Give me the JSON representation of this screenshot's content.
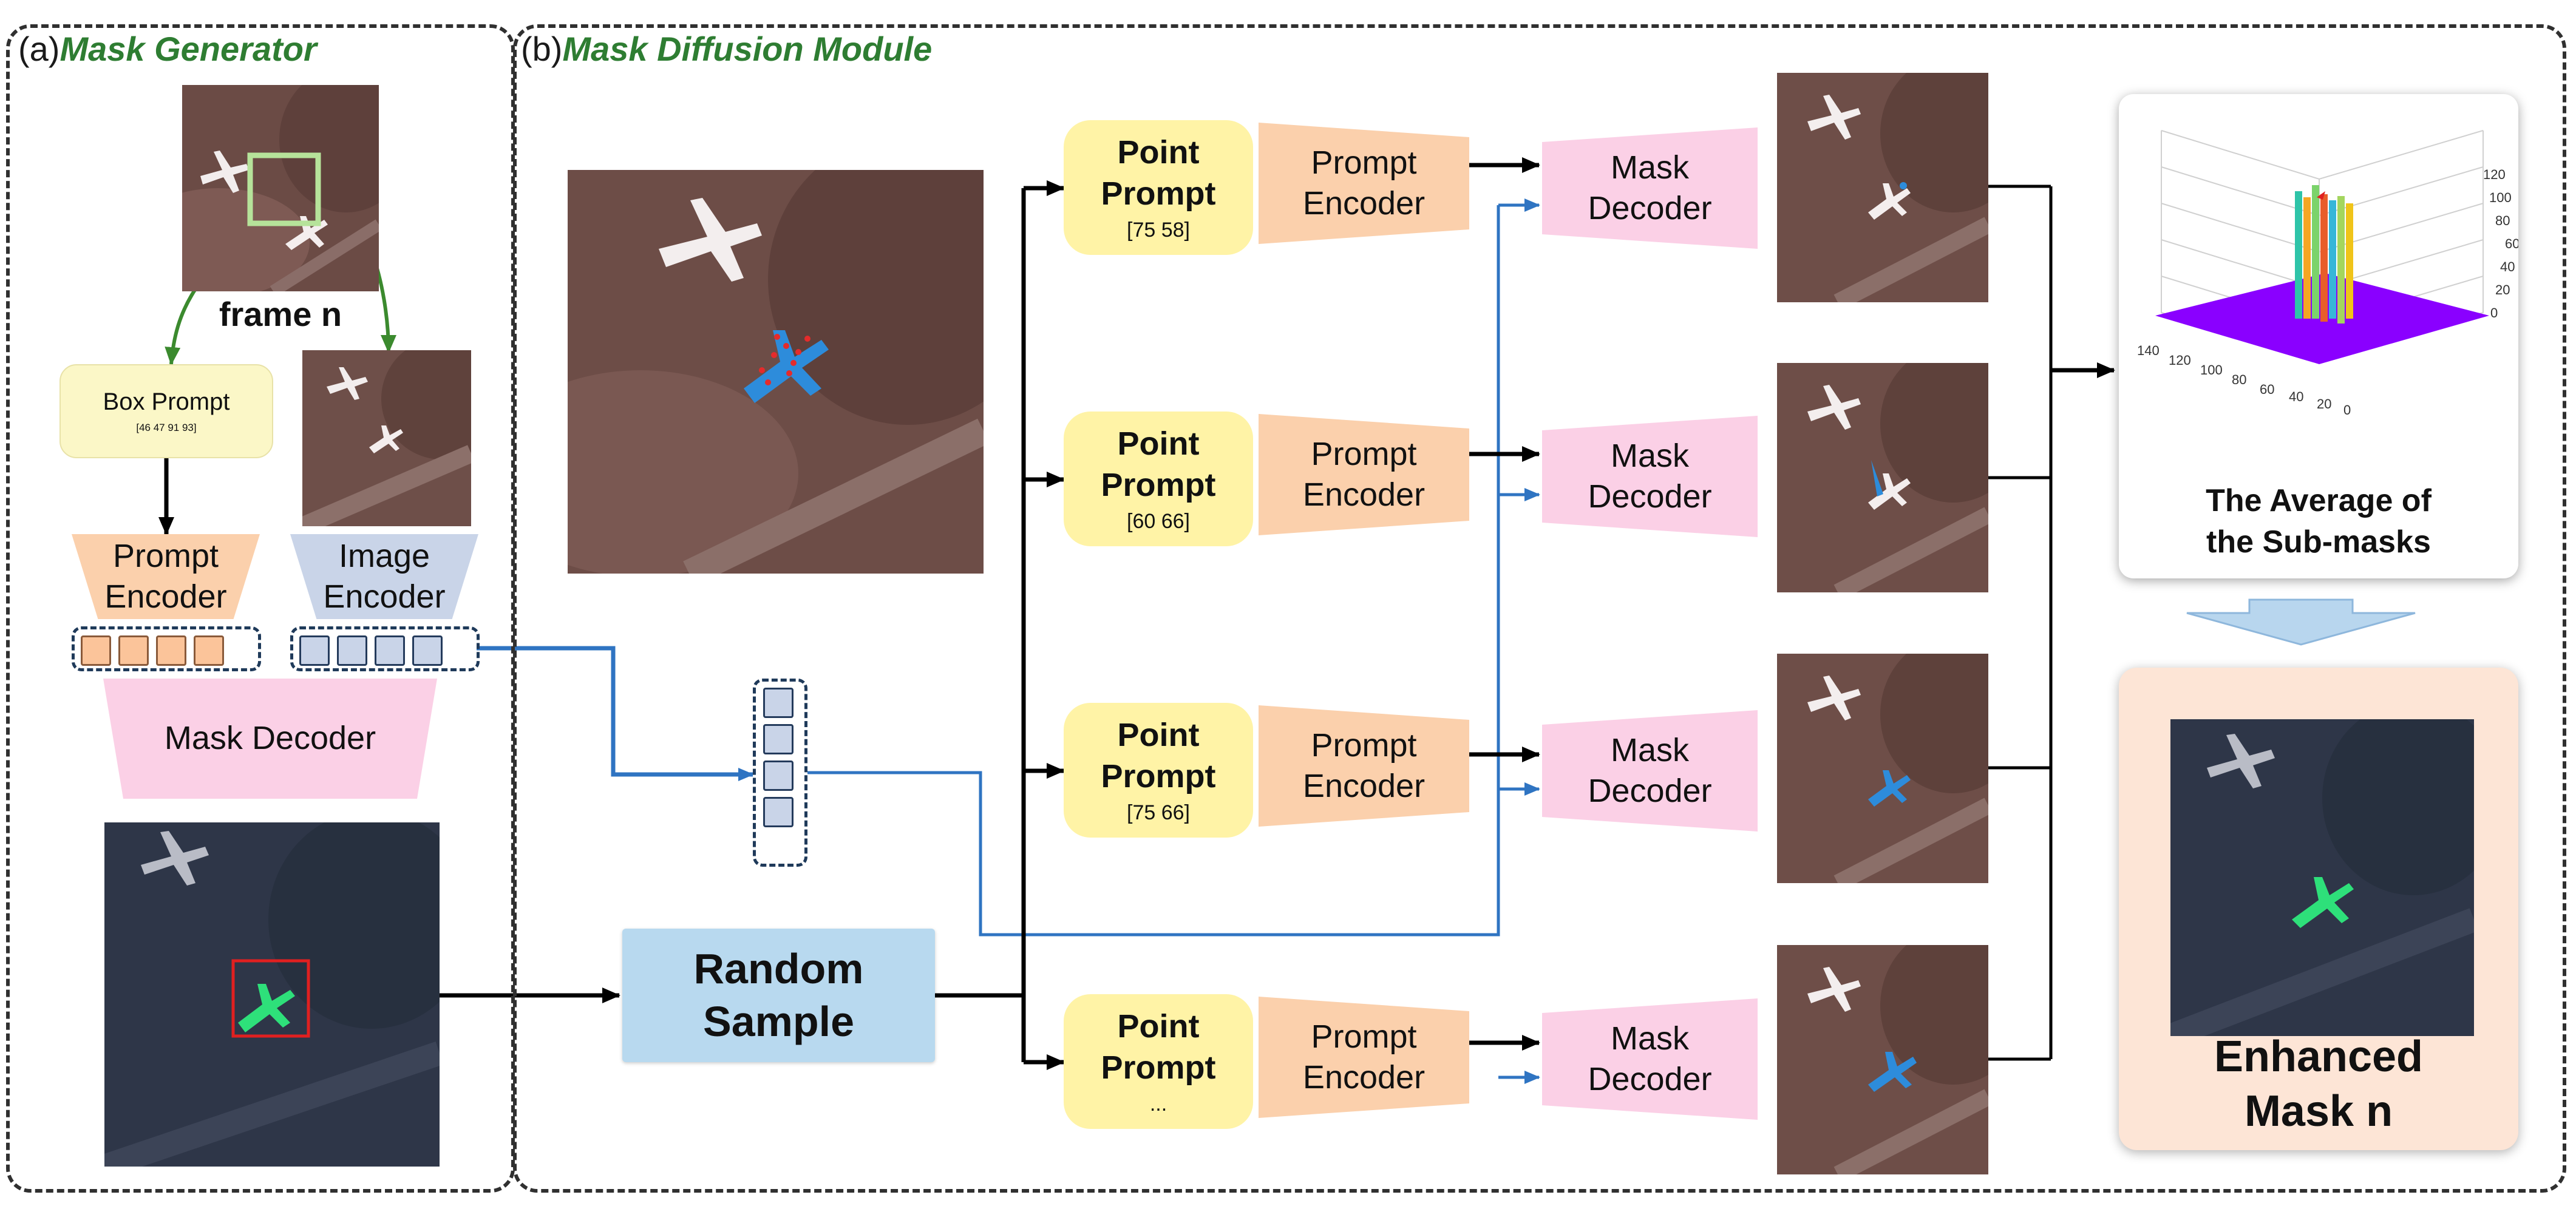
{
  "panel_a": {
    "prefix": "(a)",
    "title": "Mask Generator"
  },
  "panel_b": {
    "prefix": "(b)",
    "title": "Mask Diffusion Module"
  },
  "frame_label": "frame n",
  "box_prompt": {
    "label": "Box Prompt",
    "coords": "[46 47 91 93]"
  },
  "prompt_encoder": {
    "line1": "Prompt",
    "line2": "Encoder"
  },
  "image_encoder": {
    "line1": "Image",
    "line2": "Encoder"
  },
  "mask_decoder_a": "Mask Decoder",
  "random_sample": {
    "line1": "Random",
    "line2": "Sample"
  },
  "point_prompts": [
    {
      "line1": "Point",
      "line2": "Prompt",
      "coords": "[75 58]"
    },
    {
      "line1": "Point",
      "line2": "Prompt",
      "coords": "[60 66]"
    },
    {
      "line1": "Point",
      "line2": "Prompt",
      "coords": "[75 66]"
    },
    {
      "line1": "Point",
      "line2": "Prompt",
      "coords": "..."
    }
  ],
  "mask_decoder_b": {
    "line1": "Mask",
    "line2": "Decoder"
  },
  "average": {
    "line1": "The Average of",
    "line2": "the Sub-masks"
  },
  "plot_ticks": {
    "right": [
      "0",
      "20",
      "40",
      "60",
      "80",
      "100",
      "120"
    ],
    "bottom": [
      "140",
      "120",
      "100",
      "80",
      "60",
      "40",
      "20",
      "0"
    ]
  },
  "enhanced": {
    "line1": "Enhanced",
    "line2": "Mask n"
  },
  "colors": {
    "prompt_encoder": "#fbd0ac",
    "image_encoder": "#c9d4e8",
    "mask_decoder": "#fbd0e6",
    "point_prompt": "#fff3a6",
    "random_sample": "#b8d9ef",
    "link_blue": "#2f74c2",
    "frame_green": "#3b8a2e",
    "enhanced_bg": "#fde5d6",
    "arrow_down": "#b8d6ee"
  }
}
